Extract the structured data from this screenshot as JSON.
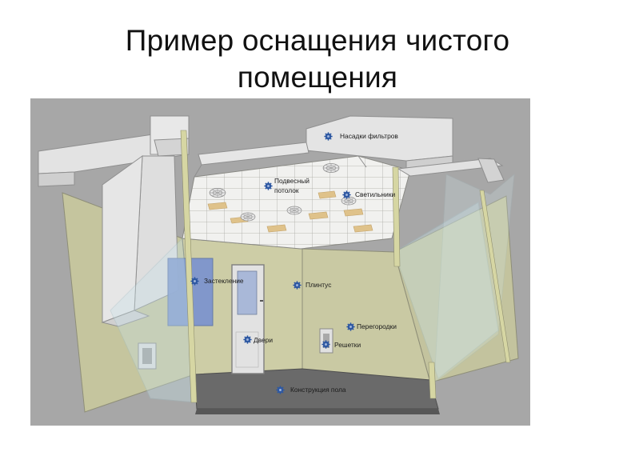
{
  "slide": {
    "title_line1": "Пример оснащения чистого",
    "title_line2": "помещения"
  },
  "labels": {
    "filter_nozzles": "Насадки фильтров",
    "suspended_ceiling_1": "Подвесный",
    "suspended_ceiling_2": "потолок",
    "lights": "Светильники",
    "glazing": "Застекление",
    "baseboard": "Плинтус",
    "partitions": "Перегородки",
    "doors": "Двери",
    "grilles": "Решетки",
    "floor_structure": "Конструкция пола"
  },
  "colors": {
    "background": "#a7a7a7",
    "wall": "#c8c8a2",
    "floor": "#6a6a6a",
    "ceiling_tile": "#f0f0ee",
    "light_panel": "#dfc28a",
    "duct": "#e4e4e4",
    "glass": "#c9e3ea",
    "window": "#7b93cc",
    "marker": "#2e58a2"
  }
}
